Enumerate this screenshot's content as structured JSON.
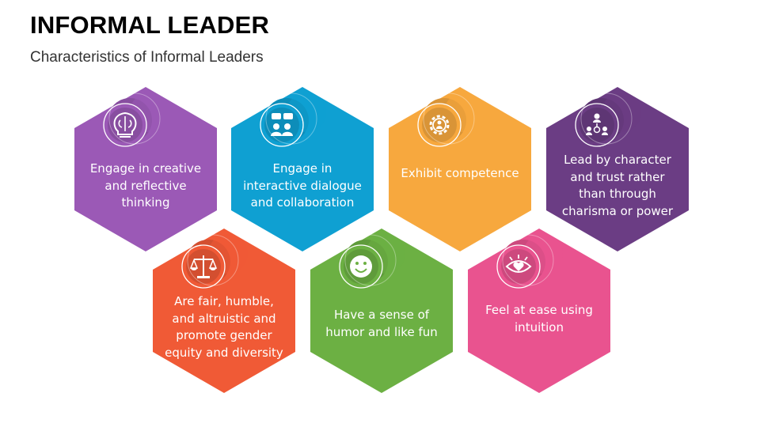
{
  "header": {
    "title": "INFORMAL LEADER",
    "subtitle": "Characteristics of Informal Leaders"
  },
  "cards": [
    {
      "id": "creative",
      "text": "Engage in creative and reflective thinking",
      "icon": "brain-bulb-icon",
      "color": "#9b59b6"
    },
    {
      "id": "dialogue",
      "text": "Engage in interactive dialogue and collaboration",
      "icon": "people-chat-icon",
      "color": "#0fa0d2"
    },
    {
      "id": "competence",
      "text": "Exhibit competence",
      "icon": "gear-person-icon",
      "color": "#f7a83e"
    },
    {
      "id": "character",
      "text": "Lead by character and trust rather than through charisma or power",
      "icon": "team-hierarchy-icon",
      "color": "#6b3d84"
    },
    {
      "id": "fair",
      "text": "Are fair, humble, and altruistic and promote gender equity and diversity",
      "icon": "scales-icon",
      "color": "#f05a36"
    },
    {
      "id": "humor",
      "text": "Have a sense of humor and like fun",
      "icon": "smiley-icon",
      "color": "#6cb043"
    },
    {
      "id": "intuition",
      "text": "Feel at ease using intuition",
      "icon": "eye-heart-icon",
      "color": "#e9538f"
    }
  ]
}
